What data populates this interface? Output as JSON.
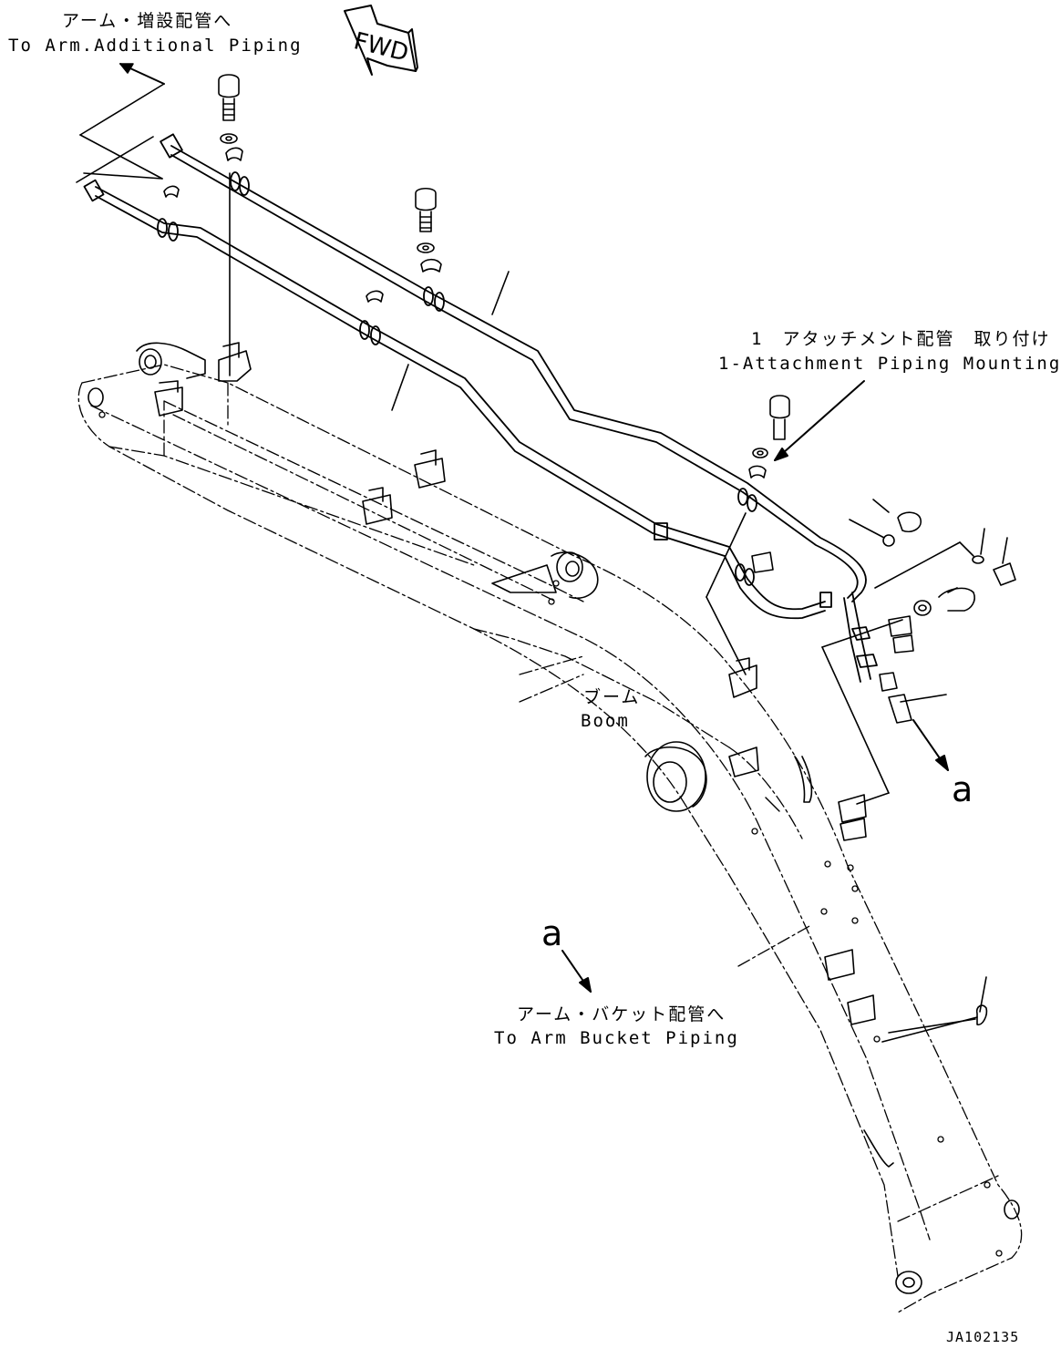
{
  "labels": {
    "arm_additional_jp": "アーム・増設配管へ",
    "arm_additional_en": "To Arm.Additional Piping",
    "fwd": "FWD",
    "mounting_jp": "1　アタッチメント配管　取り付け",
    "mounting_en": "1-Attachment Piping Mounting",
    "boom_jp": "ブーム",
    "boom_en": "Boom",
    "ref_a_right": "a",
    "ref_a_left": "a",
    "bucket_jp": "アーム・バケット配管へ",
    "bucket_en": "To Arm Bucket Piping",
    "drawing_code": "JA102135"
  },
  "colors": {
    "ink": "#000000",
    "paper": "#ffffff"
  }
}
